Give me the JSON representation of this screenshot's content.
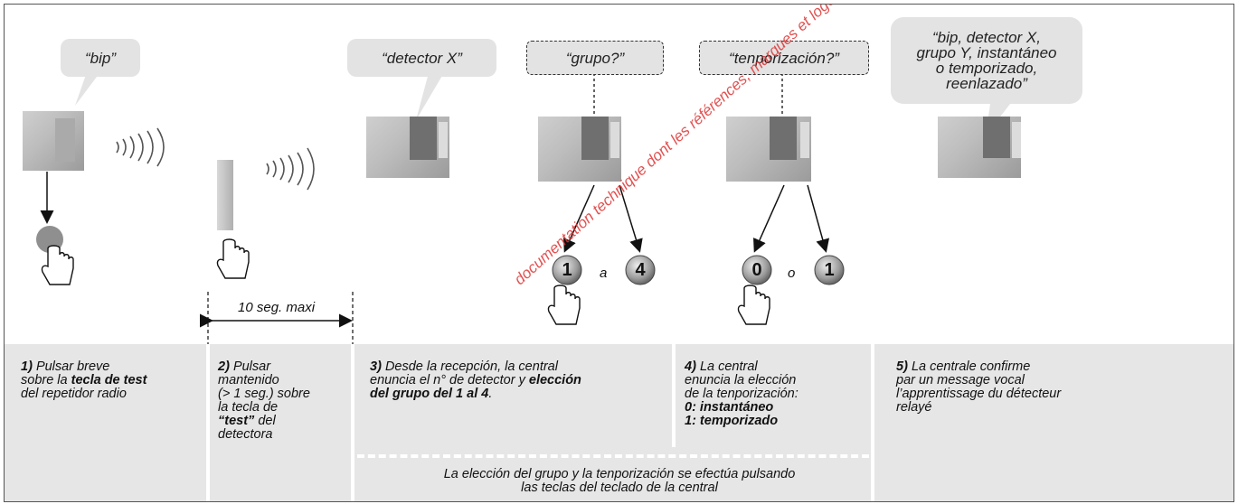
{
  "bubbles": {
    "b1": "“bip”",
    "b3": "“detector X”",
    "b4": "“grupo?”",
    "b5": "“tenporización?”",
    "b6": [
      "“bip, detector X,",
      "grupo Y, instantáneo",
      "o temporizado,",
      "reenlazado”"
    ]
  },
  "timer_label": "10 seg. maxi",
  "keys": {
    "group": {
      "from": "1",
      "to": "4",
      "word": "a"
    },
    "timing": {
      "first": "0",
      "second": "1",
      "word": "o"
    }
  },
  "steps": {
    "s1": {
      "num": "1)",
      "lines": [
        "Pulsar breve",
        "sobre la",
        "tecla de test",
        "del repetidor radio"
      ]
    },
    "s2": {
      "num": "2)",
      "lines": [
        "Pulsar",
        "mantenido",
        "(> 1 seg.) sobre",
        "la tecla de",
        "“test”",
        "del",
        "detectora"
      ]
    },
    "s3": {
      "num": "3)",
      "lines": [
        "Desde la recepción, la central",
        "enuncia el n° de detector y",
        "elección",
        "del grupo del 1 al 4",
        "."
      ]
    },
    "s4": {
      "num": "4)",
      "lines": [
        "La central",
        "enuncia la elección",
        "de la tenporización:",
        "0: instantáneo",
        "1: temporizado"
      ]
    },
    "s5": {
      "num": "5)",
      "lines": [
        "La centrale confirme",
        "par un message vocal",
        "l’apprentissage du détecteur",
        "relayé"
      ]
    }
  },
  "footnote": [
    "La elección del grupo y la tenporización se efectúa pulsando",
    "las teclas del teclado de la central"
  ],
  "watermark": "documentation technique dont les références, marques et logos sont la propriété",
  "colors": {
    "panel": "#e6e6e6",
    "bubble": "#e3e3e3",
    "watermark": "#dd3333"
  }
}
